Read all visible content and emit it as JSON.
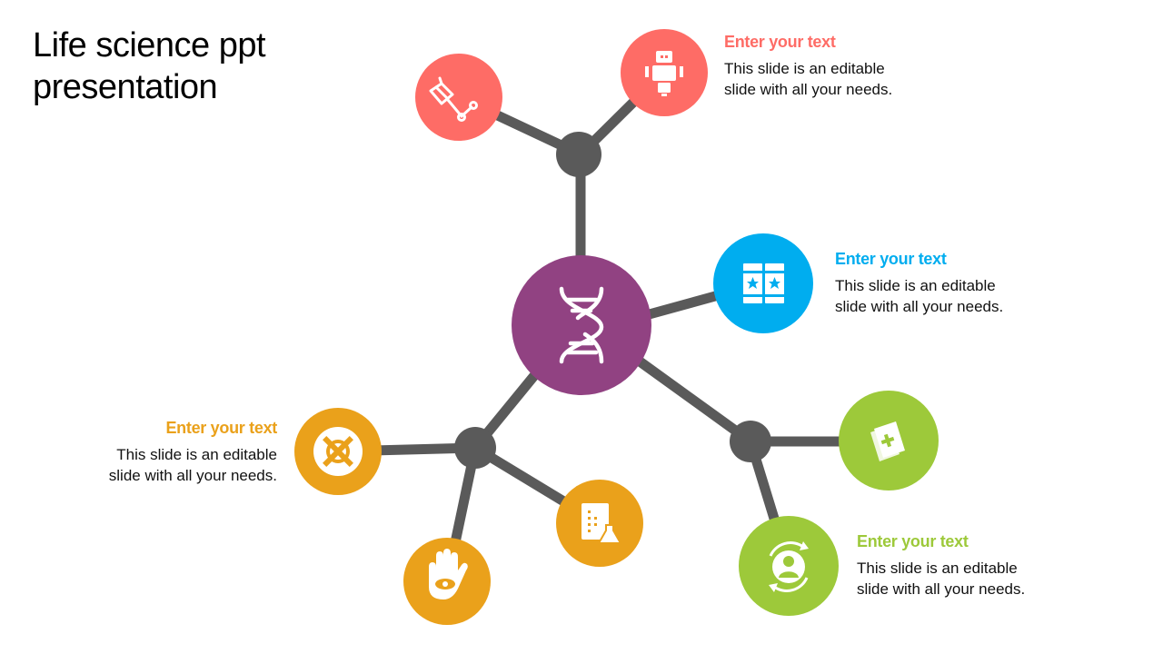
{
  "slide": {
    "title_line1": "Life science ppt",
    "title_line2": "presentation"
  },
  "colors": {
    "connector": "#5a5a5a",
    "center": "#914282",
    "coral": "#fe6c66",
    "blue": "#00adef",
    "green": "#9dc93a",
    "orange": "#eaa11b"
  },
  "center_node": {
    "icon": "dna-icon"
  },
  "callouts": {
    "top": {
      "heading": "Enter your text",
      "line1": "This slide is an editable",
      "line2": "slide with  all your needs.",
      "color": "#fe6c66"
    },
    "middle": {
      "heading": "Enter your text",
      "line1": "This slide is an editable",
      "line2": "slide with  all your needs.",
      "color": "#00adef"
    },
    "bottom_right": {
      "heading": "Enter your text",
      "line1": "This slide is an editable",
      "line2": "slide with  all your needs.",
      "color": "#9dc93a"
    },
    "left": {
      "heading": "Enter your text",
      "line1": "This slide is an editable",
      "line2": "slide with  all your needs.",
      "color": "#eaa11b"
    }
  },
  "icons": {
    "coral_left": "molecule-box-icon",
    "coral_right": "robot-icon",
    "blue": "books-icon",
    "green_top": "medical-notebook-icon",
    "green_bottom": "user-cycle-icon",
    "orange_left": "lifebuoy-icon",
    "orange_hand": "hand-eye-icon",
    "orange_lab": "lab-report-icon"
  }
}
